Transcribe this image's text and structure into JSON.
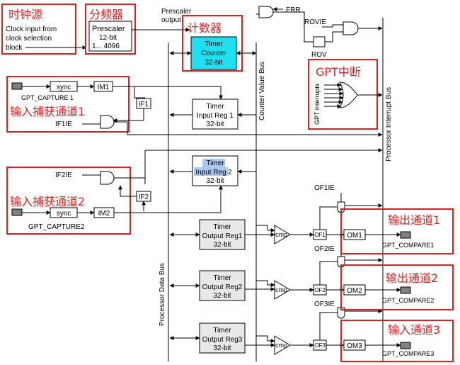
{
  "annotations": {
    "clock_source": "时钟源",
    "divider": "分频器",
    "counter": "计数器",
    "gpt_interrupt": "GPT中断",
    "capture_ch1": "输入捕获通道1",
    "capture_ch2": "输入捕获通道2",
    "out_ch1": "输出通道1",
    "out_ch2": "输出通道2",
    "out_ch3": "输入通道3"
  },
  "clock": {
    "line1": "Clock input from",
    "line2": "clock selection",
    "line3": "block"
  },
  "prescaler": {
    "title": "Prescaler",
    "bits": "12-bit",
    "range": "1...  4096",
    "out_line1": "Prescaler",
    "out_line2": "output"
  },
  "counter": {
    "line1": "Timer",
    "line2": "Counter",
    "line3": "32-bit"
  },
  "signals": {
    "frr": "FRR",
    "rovie": "ROVIE",
    "rov": "ROV",
    "gpt_interrupts": "GPT interrupts",
    "counter_value_bus": "Counter Value Bus",
    "processor_interrupt_bus": "Processor Interrupt Bus",
    "processor_data_bus": "Processor Data Bus"
  },
  "capture1": {
    "pin": "GPT_CAPTURE 1",
    "sync": "sync",
    "im": "IM1",
    "if": "IF1",
    "ie": "IF1IE"
  },
  "capture2": {
    "pin": "GPT_CAPTURE2",
    "sync": "sync",
    "im": "IM2",
    "if": "IF2",
    "ie": "IF2IE"
  },
  "input_reg1": {
    "line1": "Timer",
    "line2": "Input Reg 1",
    "line3": "32-bit"
  },
  "input_reg2": {
    "line1": "Timer",
    "line2a": "Input Reg",
    "line2b": " 2",
    "line3": "32-bit"
  },
  "output_regs": [
    {
      "line1": "Timer",
      "line2": "Output Reg1",
      "line3": "32-bit",
      "cmp": "cmp",
      "of": "OF1",
      "om": "OM1",
      "ie": "OF1IE",
      "pin": "GPT_COMPARE1"
    },
    {
      "line1": "Timer",
      "line2": "Output Reg2",
      "line3": "32-bit",
      "cmp": "cmp",
      "of": "OF2",
      "om": "OM2",
      "ie": "OF2IE",
      "pin": "GPT_COMPARE2"
    },
    {
      "line1": "Timer",
      "line2": "Output Reg3",
      "line3": "32-bit",
      "cmp": "cmp",
      "of": "OF3",
      "om": "OM3",
      "ie": "OF3IE",
      "pin": "GPT_COMPARE3"
    }
  ],
  "colors": {
    "annotation": "#e02020",
    "counter_fill": "#1ee0f0",
    "highlight": "#a9c8f0",
    "output_reg_fill": "#e8e8e8"
  }
}
